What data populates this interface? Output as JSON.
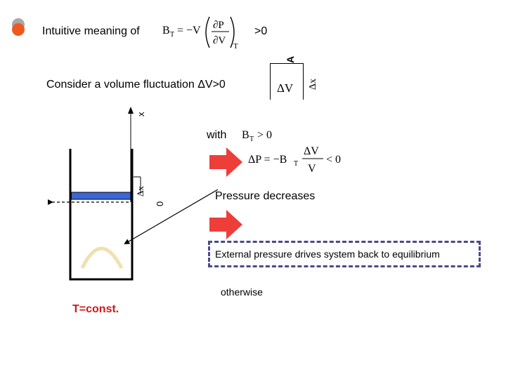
{
  "title": {
    "prefix": "Intuitive meaning of",
    "suffix": ">0",
    "eq_B": "B",
    "eq_T": "T",
    "eq_equals_V": "= −V",
    "eq_dP": "∂P",
    "eq_dV": "∂V",
    "eq_subT": "T"
  },
  "fluctuation": {
    "text": "Consider a volume fluctuation ΔV>0",
    "area_label": "A",
    "dV_label": "ΔV",
    "dx_label": "Δx"
  },
  "piston": {
    "x_axis_label": "x",
    "dx_label": "Δx",
    "zero_label": "0",
    "temperature_label": "T=const."
  },
  "with_label": "with",
  "condition": {
    "B": "B",
    "T": "T",
    "rest": "> 0"
  },
  "pressure_eq": {
    "lhs": "ΔP = −B",
    "T": "T",
    "num": "ΔV",
    "den": "V",
    "rhs": "< 0"
  },
  "pressure_text": "Pressure decreases",
  "external_text": "External pressure drives system back to equilibrium",
  "otherwise_text": "otherwise",
  "colors": {
    "arrow_red": "#ee3e3a",
    "piston_blue": "#3a66d6",
    "box_border": "#4a4a8a",
    "bullet_orange": "#ee5a1e",
    "bullet_gray": "#a0a0a0",
    "temperature_red": "#d01818"
  },
  "icons": {
    "bullet": "bullet-icon",
    "arrow": "red-arrow-icon"
  }
}
